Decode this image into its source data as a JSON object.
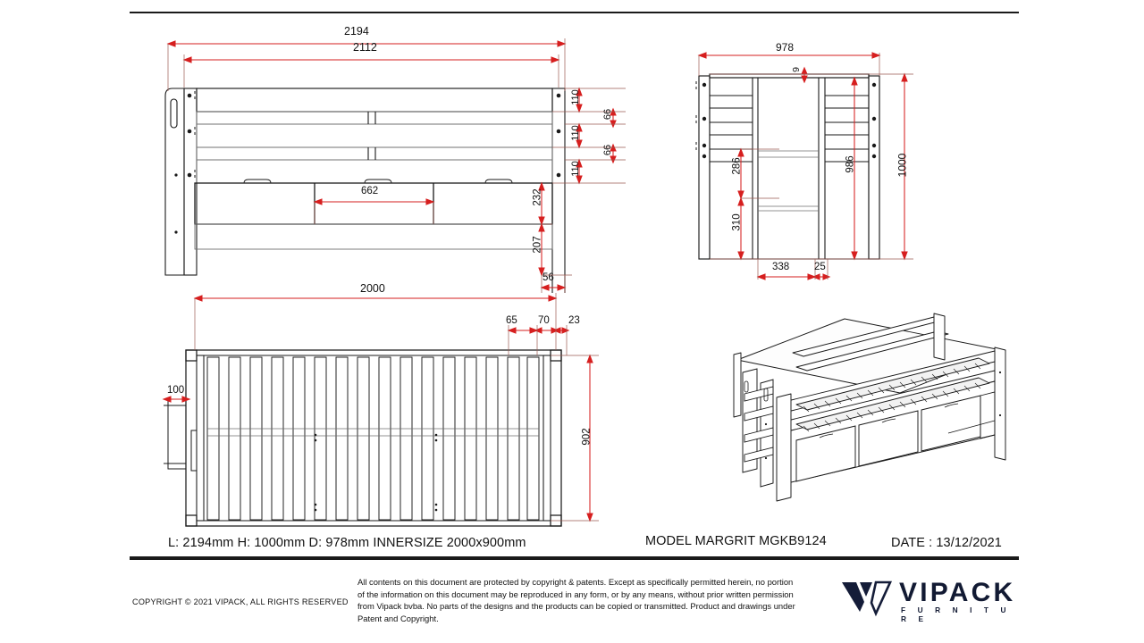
{
  "document": {
    "type": "technical-drawing",
    "title_specs": "L: 2194mm H: 1000mm D: 978mm INNERSIZE 2000x900mm",
    "model_label": "MODEL MARGRIT MGKB9124",
    "date_label": "DATE : 13/12/2021",
    "copyright_line": "COPYRIGHT  © 2021 VIPACK, ALL RIGHTS RESERVED",
    "legal_text": "All contents on this document are protected by copyright & patents. Except as specifically permitted herein, no portion of the information on this document may be reproduced in any form, or by any means, without prior written permission from Vipack bvba. No parts of the designs and the products can be copied or transmitted. Product and drawings under Patent and Copyright.",
    "logo": {
      "brand": "VIPACK",
      "tagline": "F U R N I T U R E",
      "mark_color": "#141c38"
    }
  },
  "colors": {
    "dimension_red": "#d61f1f",
    "dimension_line": "#9a5a52",
    "outline": "#1a1a1a",
    "thin_line": "#6f6f6f"
  },
  "views": {
    "front": {
      "name": "front-elevation",
      "dimensions": {
        "overall_length": "2194",
        "inner_length": "2112",
        "drawer_width": "662",
        "rail_1": "110",
        "gap_1": "66",
        "rail_2": "110",
        "gap_2": "66",
        "rail_3": "110",
        "drawer_height": "232",
        "leg_clearance": "207",
        "foot_offset": "56"
      }
    },
    "side": {
      "name": "side-elevation",
      "dimensions": {
        "depth": "978",
        "top_edge": "9",
        "ladder_upper": "286",
        "ladder_lower": "310",
        "frame_height": "986",
        "overall_height": "1000",
        "ladder_width": "338",
        "post_thickness": "25"
      }
    },
    "plan": {
      "name": "plan-view",
      "dimensions": {
        "inner_length": "2000",
        "edge_a": "65",
        "edge_b": "70",
        "edge_c": "23",
        "side_detail": "100",
        "inner_width": "902"
      }
    },
    "perspective": {
      "name": "perspective-3d-view"
    }
  }
}
